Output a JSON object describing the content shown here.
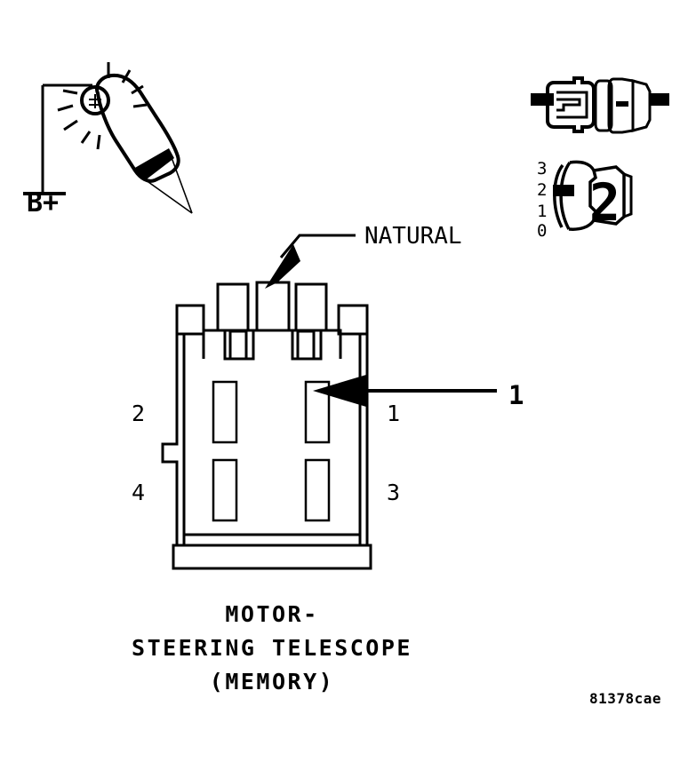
{
  "figure": {
    "kind": "automotive-connector-diagram",
    "reference_code": "81378cae",
    "title_lines": [
      "MOTOR-",
      "STEERING TELESCOPE",
      "(MEMORY)"
    ],
    "title_full": "MOTOR- STEERING TELESCOPE (MEMORY)"
  },
  "colors": {
    "ink": "#000000",
    "paper": "#ffffff"
  },
  "test_light": {
    "label": "B+",
    "description": "test-light-probe-with-rays"
  },
  "connector_color_callout": {
    "label": "NATURAL"
  },
  "main_connector": {
    "cavity_numbers": [
      "2",
      "1",
      "4",
      "3"
    ],
    "cavity_top_left": "2",
    "cavity_top_right": "1",
    "cavity_bottom_left": "4",
    "cavity_bottom_right": "3"
  },
  "callouts": [
    {
      "id": "1",
      "label": "1",
      "points_to": "cavity-1"
    }
  ],
  "inset_connector_pair": {
    "left_half": "male-connector-half",
    "right_half": "female-connector-half"
  },
  "inset_scale": {
    "tick_labels": [
      "3",
      "2",
      "1",
      "0"
    ],
    "marker_at": "2",
    "big_number": "2"
  }
}
